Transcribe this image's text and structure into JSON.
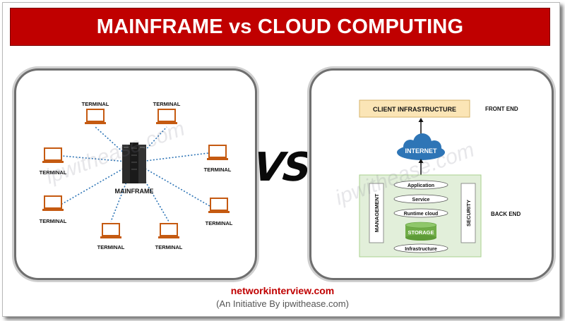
{
  "header": {
    "title": "MAINFRAME vs CLOUD COMPUTING"
  },
  "vs_label": "VS",
  "mainframe": {
    "center_label": "MAINFRAME",
    "terminal_labels": [
      "TERMINAL",
      "TERMINAL",
      "TERMINAL",
      "TERMINAL",
      "TERMINAL",
      "TERMINAL",
      "TERMINAL",
      "TERMINAL"
    ],
    "colors": {
      "terminal": "#c55a11",
      "links": "#2e75b6"
    }
  },
  "cloud": {
    "client_infrastructure": "CLIENT INFRASTRUCTURE",
    "front_end": "FRONT END",
    "internet": "INTERNET",
    "back_end": "BACK END",
    "management": "MANAGEMENT",
    "security": "SECURITY",
    "layers": [
      "Application",
      "Service",
      "Runtime cloud",
      "Infrastructure"
    ],
    "storage": "STORAGE",
    "colors": {
      "client_box": "#fbe5b6",
      "cloud": "#2e75b6",
      "backend": "#e2efda",
      "storage": "#70ad47"
    }
  },
  "watermarks": [
    "ipwithease.com",
    "ipwithease.com"
  ],
  "footer": {
    "site": "networkinterview.com",
    "subtitle": "(An Initiative By ipwithease.com)"
  }
}
